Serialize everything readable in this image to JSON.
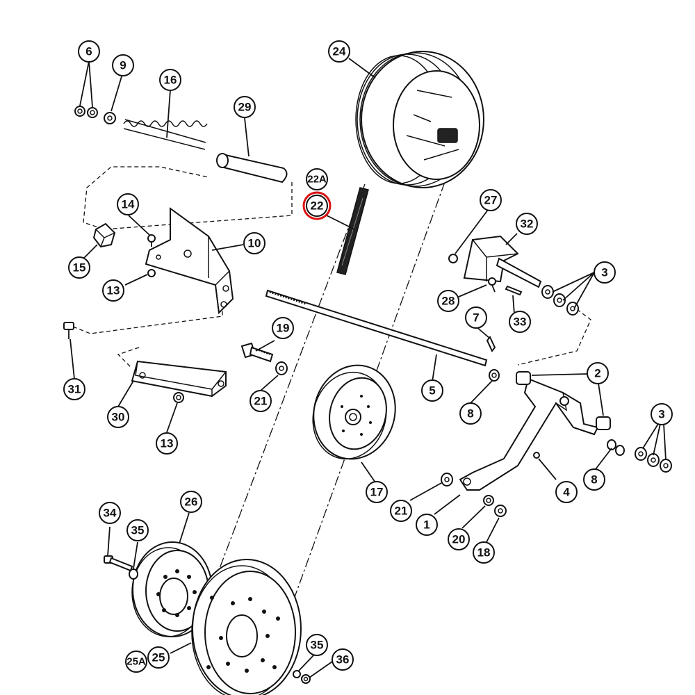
{
  "colors": {
    "ink": "#111111",
    "highlight": "#dd1111",
    "paper": "#ffffff"
  },
  "highlighted_callout": "22",
  "callouts": {
    "c6": "6",
    "c9": "9",
    "c16": "16",
    "c29": "29",
    "c24": "24",
    "c22a": "22A",
    "c22": "22",
    "c27": "27",
    "c32": "32",
    "c14": "14",
    "c10": "10",
    "c15": "15",
    "c13a": "13",
    "c3a": "3",
    "c28": "28",
    "c33": "33",
    "c7": "7",
    "c19": "19",
    "c31": "31",
    "c21a": "21",
    "c5": "5",
    "c8a": "8",
    "c2": "2",
    "c30": "30",
    "c13b": "13",
    "c3b": "3",
    "c17": "17",
    "c8b": "8",
    "c4": "4",
    "c21b": "21",
    "c1": "1",
    "c20": "20",
    "c18": "18",
    "c34": "34",
    "c26": "26",
    "c35a": "35",
    "c25a": "25A",
    "c25": "25",
    "c35b": "35",
    "c36": "36"
  }
}
